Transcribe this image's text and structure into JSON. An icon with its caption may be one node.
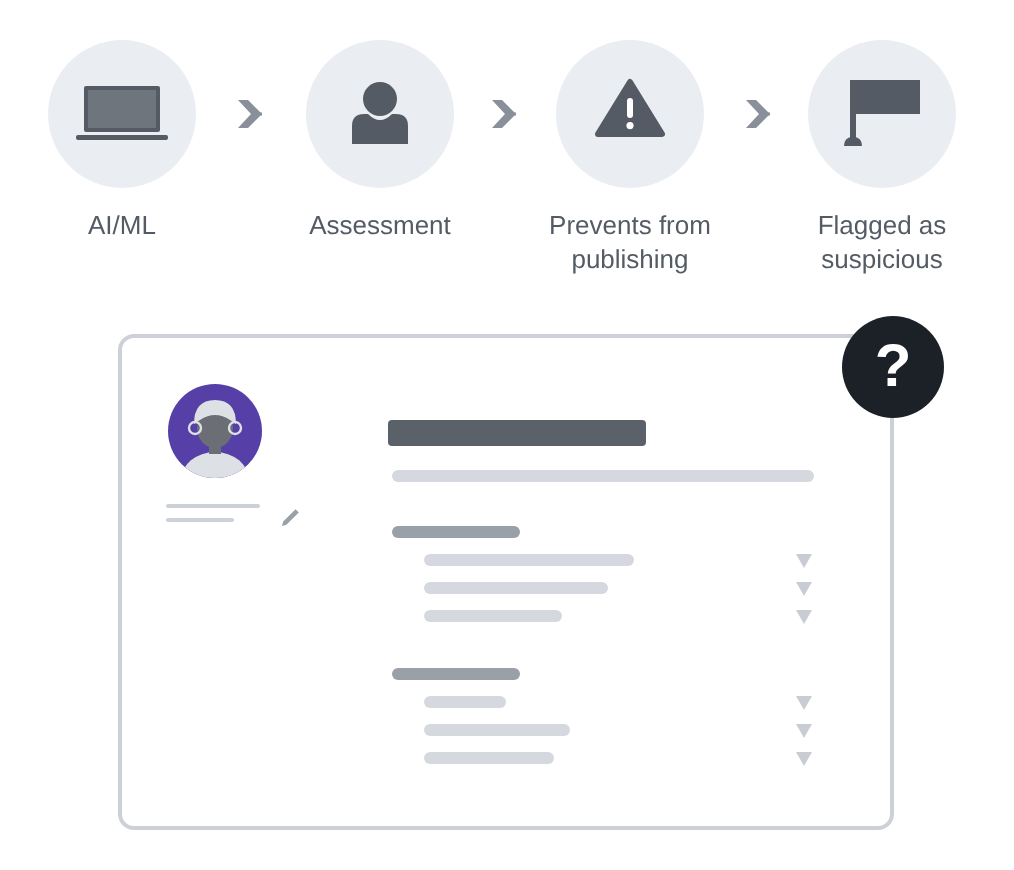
{
  "diagram": {
    "nodes": [
      {
        "text": [
          "AI/ML"
        ]
      },
      {
        "text": [
          "Assessment"
        ]
      },
      {
        "text": [
          "Prevents from publishing"
        ]
      },
      {
        "text": [
          "Flagged as suspicious"
        ]
      }
    ],
    "edges": [
      {
        "from": 0,
        "to": 1,
        "arrow": "to"
      },
      {
        "from": 1,
        "to": 2,
        "arrow": "to"
      },
      {
        "from": 2,
        "to": 3,
        "arrow": "to"
      }
    ],
    "labels": [
      "?"
    ]
  }
}
